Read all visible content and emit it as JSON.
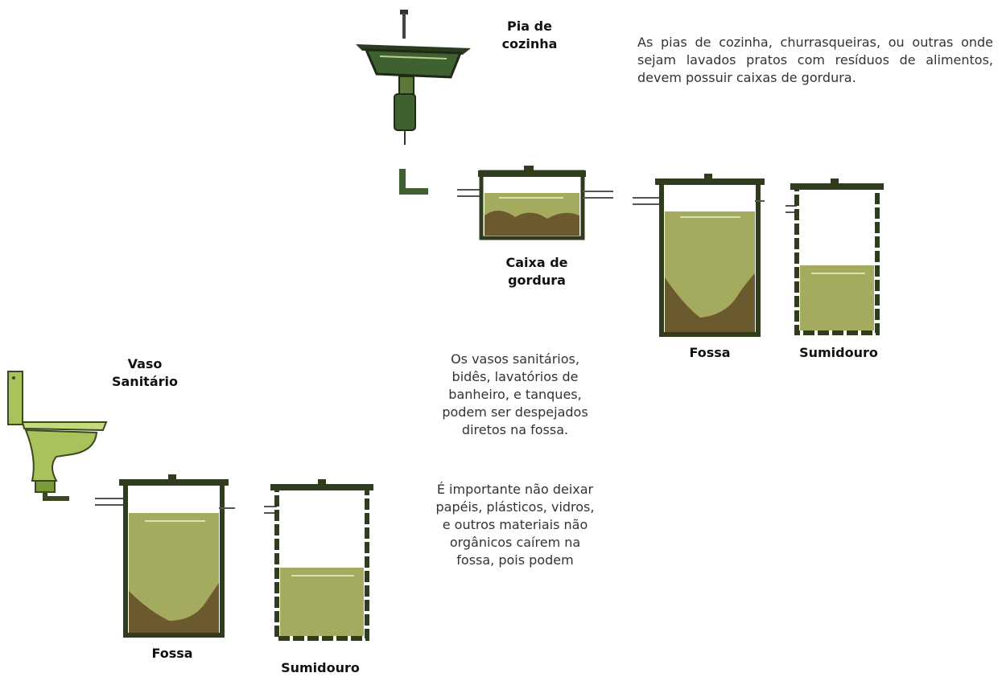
{
  "labels": {
    "sink": "Pia de\ncozinha",
    "grease_trap": "Caixa de\ngordura",
    "septic_top": "Fossa",
    "sump_top": "Sumidouro",
    "toilet": "Vaso\nSanitário",
    "septic_bottom": "Fossa",
    "sump_bottom": "Sumidouro"
  },
  "texts": {
    "kitchen_note": "As pias de cozinha, churrasqueiras, ou outras onde sejam lavados pratos com resíduos de alimentos, devem possuir caixas de gordura.",
    "toilet_note": "Os vasos sanitários, bidês, lavatórios de banheiro, e tanques, podem ser despejados diretos na fossa.",
    "warning_note": "É importante não deixar papéis, plásticos, vidros, e outros materiais não orgânicos caírem na fossa, pois podem"
  },
  "colors": {
    "tank_wall": "#2f3d1e",
    "liquid": "#a4ab5f",
    "sludge": "#6b5a2e",
    "toilet_green": "#a9c25c",
    "sink_green": "#3c5a2b"
  }
}
